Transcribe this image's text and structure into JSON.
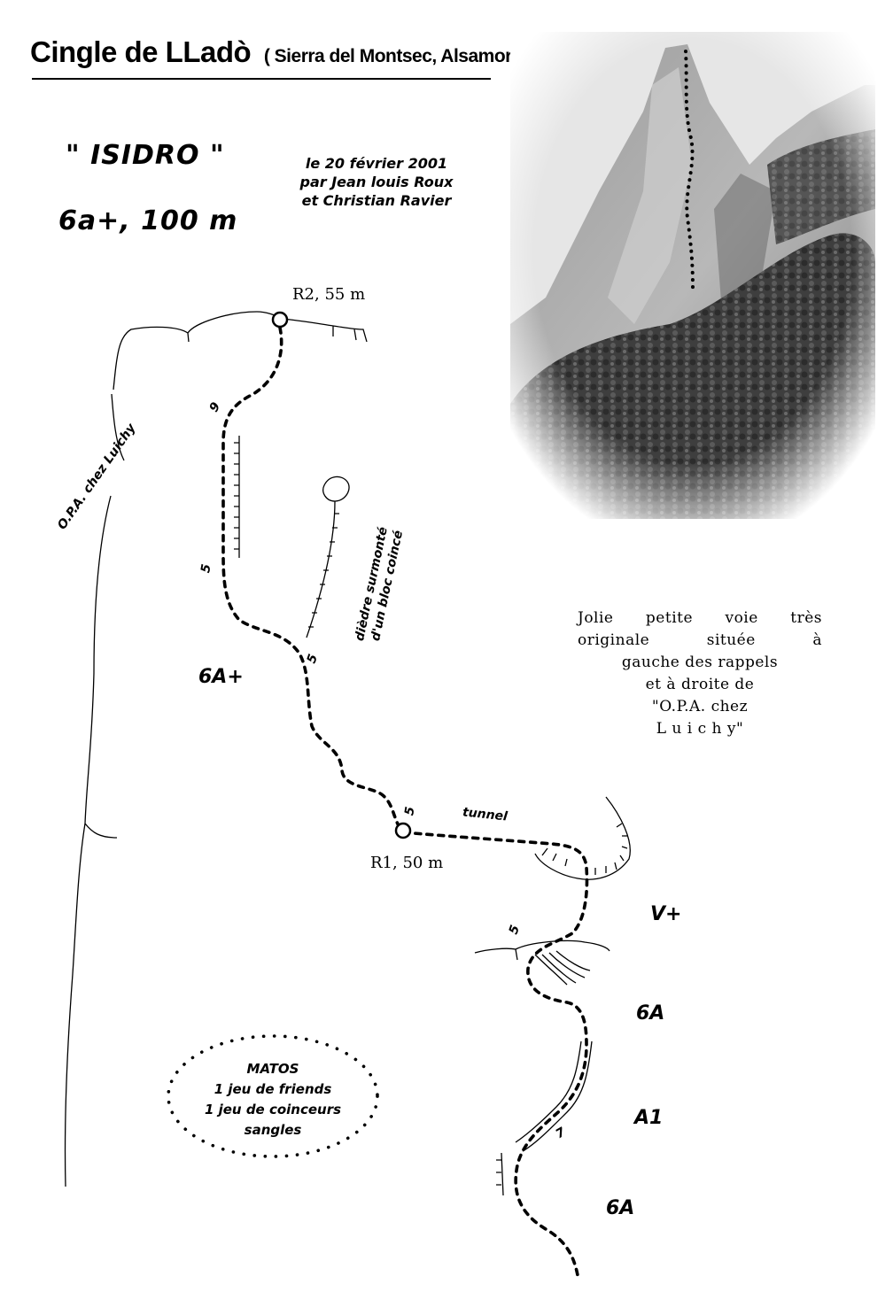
{
  "header": {
    "title": "Cingle de LLadò",
    "subtitle": "( Sierra del Montsec, Alsamora )"
  },
  "route": {
    "name": "\" ISIDRO \"",
    "grade_length": "6a+, 100 m"
  },
  "first_ascent": [
    "le 20 février 2001",
    "par Jean louis Roux",
    "et Christian Ravier"
  ],
  "description": [
    "Jolie petite voie très",
    "originale située à",
    "gauche des rappels",
    "et à droite de",
    "\"O.P.A. chez",
    "L u i c h y\""
  ],
  "topo": {
    "stations": {
      "r2": "R2, 55 m",
      "r1": "R1, 50 m"
    },
    "grades": {
      "pitch2": "6A+",
      "v_plus": "V+",
      "six_a_upper": "6A",
      "a1": "A1",
      "six_a_lower": "6A"
    },
    "labels": {
      "opa": "O.P.A. chez Luichy",
      "diedre": "dièdre surmonté",
      "bloc": "d'un bloc coincé",
      "tunnel": "tunnel"
    },
    "bolt_counts": [
      "9",
      "5",
      "5",
      "5",
      "5",
      "7"
    ]
  },
  "matos": {
    "title": "MATOS",
    "items": [
      "1 jeu de friends",
      "1 jeu de coinceurs",
      "sangles"
    ]
  },
  "colors": {
    "ink": "#000000",
    "paper": "#ffffff"
  }
}
